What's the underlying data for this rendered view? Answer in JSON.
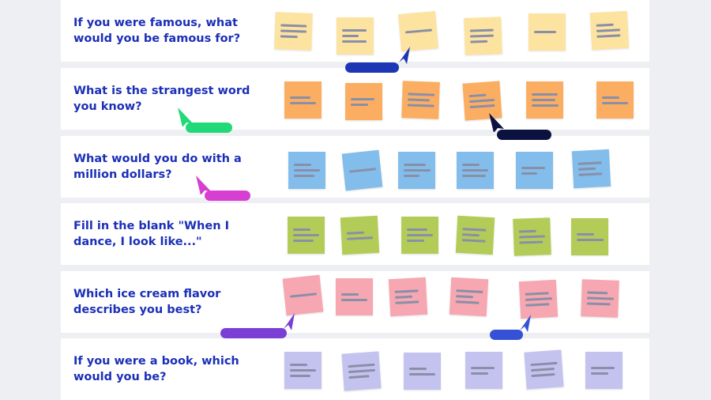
{
  "rows": [
    {
      "question": "If you were famous, what would you be famous for?",
      "color": "#fde3a0"
    },
    {
      "question": "What is the strangest word you know?",
      "color": "#fbae62"
    },
    {
      "question": "What would you do with a million dollars?",
      "color": "#82bdeb"
    },
    {
      "question": "Fill in the blank \"When I dance, I look like...\"",
      "color": "#b3cc58"
    },
    {
      "question": "Which ice cream flavor describes you best?",
      "color": "#f6a7b1"
    },
    {
      "question": "If you were a book, which would you be?",
      "color": "#c4c3f0"
    }
  ],
  "cursors": [
    {
      "name": "blue-cursor",
      "color": "#1c36b5",
      "direction": "up-right"
    },
    {
      "name": "green-cursor",
      "color": "#22d97a",
      "direction": "up-left"
    },
    {
      "name": "dark-cursor",
      "color": "#0c1240",
      "direction": "up-left"
    },
    {
      "name": "magenta-cursor",
      "color": "#d63fd1",
      "direction": "up-left"
    },
    {
      "name": "purple-cursor",
      "color": "#7b3fd6",
      "direction": "up-right"
    },
    {
      "name": "royal-blue-cursor",
      "color": "#3552d6",
      "direction": "up-right"
    }
  ]
}
